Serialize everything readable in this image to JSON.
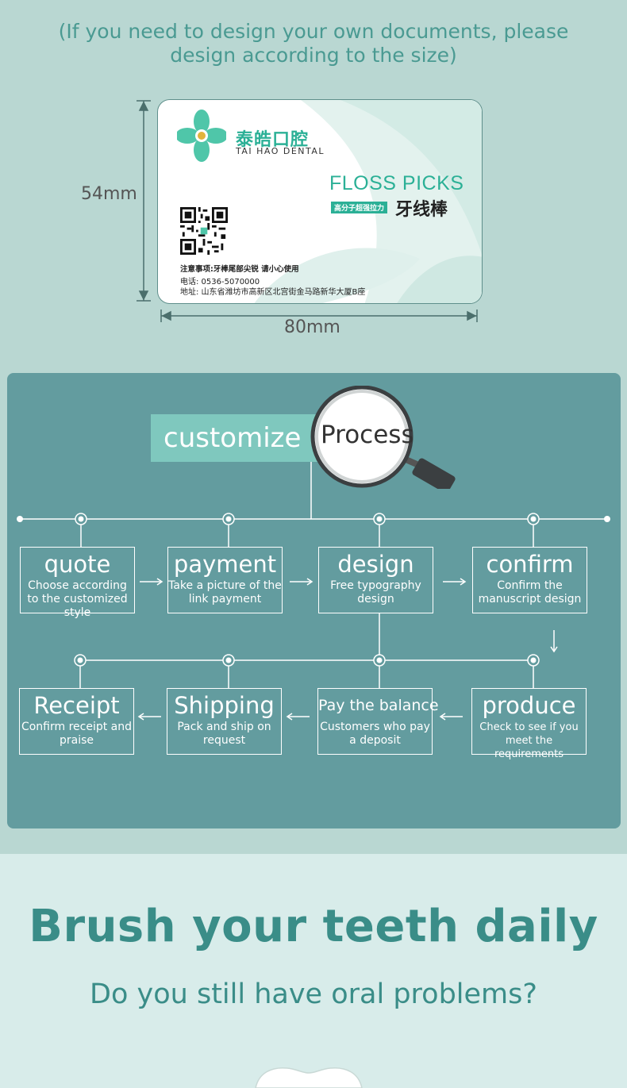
{
  "size_note": {
    "line1": "(If you need to design your own documents, please",
    "line2": "design according to the size)"
  },
  "card": {
    "brand_cn": "泰皓口腔",
    "brand_en": "TAI HAO DENTAL",
    "product_en": "FLOSS PICKS",
    "product_tag": "高分子超强拉力",
    "product_cn": "牙线棒",
    "notice": "注意事项:牙棒尾部尖锐 请小心使用",
    "phone": "电话:  0536-5070000",
    "address": "地址:  山东省潍坊市高新区北宫街金马路新华大厦B座",
    "height_label": "54mm",
    "width_label": "80mm"
  },
  "process": {
    "customize_label": "customize",
    "process_label": "Process",
    "steps": [
      {
        "title": "quote",
        "sub": "Choose according to the customized style"
      },
      {
        "title": "payment",
        "sub": "Take a picture of the link payment"
      },
      {
        "title": "design",
        "sub": "Free typography design"
      },
      {
        "title": "confirm",
        "sub": "Confirm the manuscript design"
      },
      {
        "title": "produce",
        "sub": "Check to see if you meet the requirements"
      },
      {
        "title": "Pay the balance",
        "sub": "Customers who pay a deposit"
      },
      {
        "title": "Shipping",
        "sub": "Pack and ship on request"
      },
      {
        "title": "Receipt",
        "sub": "Confirm receipt and praise"
      }
    ]
  },
  "bottom": {
    "headline": "Brush your teeth daily",
    "subheadline": "Do you still have oral problems?"
  },
  "colors": {
    "page_bg": "#b9d7d2",
    "panel_bg": "#639c9f",
    "accent": "#2bb096",
    "customize_bg": "#7fc8be",
    "headline": "#3a8d88"
  }
}
